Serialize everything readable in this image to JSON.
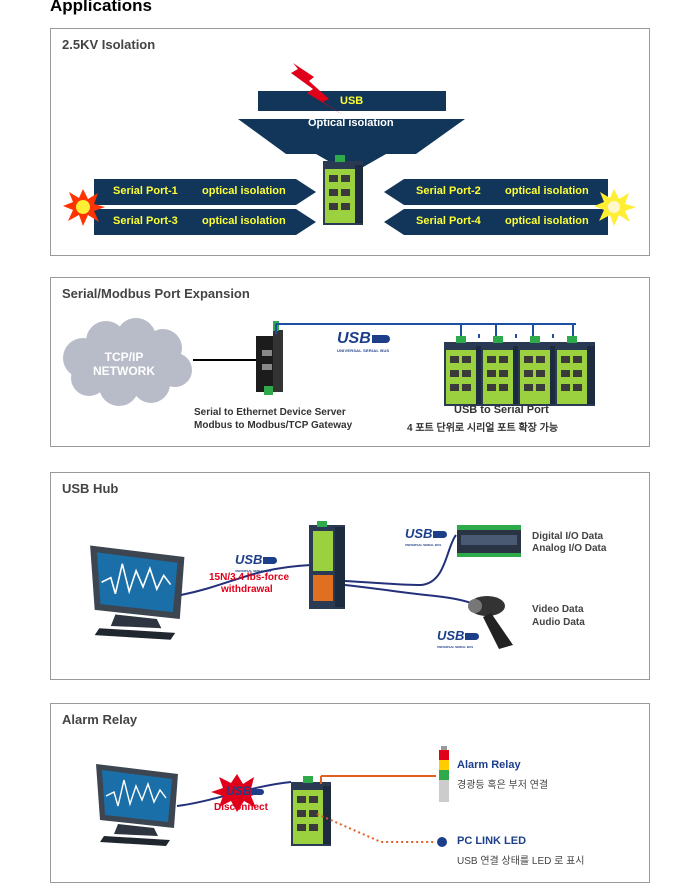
{
  "page": {
    "title": "Applications"
  },
  "colors": {
    "navy": "#11365a",
    "yellow": "#ffff33",
    "green": "#8dc63f",
    "wire": "#23307a",
    "relay": "#e06020",
    "red": "#e0001a"
  },
  "usb_logo": {
    "mark": "USB",
    "caption": "UNIVERSAL SERIAL BUS"
  },
  "isolation": {
    "title": "2.5KV Isolation",
    "usb_label": "USB",
    "optical_top": "Optical isolation",
    "left_ports": [
      {
        "port": "Serial Port-1",
        "iso": "optical isolation"
      },
      {
        "port": "Serial Port-3",
        "iso": "optical isolation"
      }
    ],
    "right_ports": [
      {
        "port": "Serial Port-2",
        "iso": "optical isolation"
      },
      {
        "port": "Serial Port-4",
        "iso": "optical isolation"
      }
    ]
  },
  "expansion": {
    "title": "Serial/Modbus Port Expansion",
    "cloud": "TCP/IP\nNETWORK",
    "server_line1": "Serial to Ethernet Device Server",
    "server_line2": "Modbus to Modbus/TCP Gateway",
    "usb_serial_title": "USB to Serial Port",
    "usb_serial_desc": "4 포트 단위로 시리얼 포트 확장 가능"
  },
  "hub": {
    "title": "USB Hub",
    "force_line1": "15N/3.4 lbs-force",
    "force_line2": "withdrawal",
    "io_line1": "Digital I/O Data",
    "io_line2": "Analog I/O Data",
    "video_line1": "Video Data",
    "video_line2": "Audio Data"
  },
  "alarm": {
    "title": "Alarm Relay",
    "disconnect": "Disconnect",
    "relay_title": "Alarm Relay",
    "relay_desc": "경광등 혹은 부저 연결",
    "led_title": "PC LINK LED",
    "led_desc": "USB 연결 상태를 LED 로 표시"
  }
}
